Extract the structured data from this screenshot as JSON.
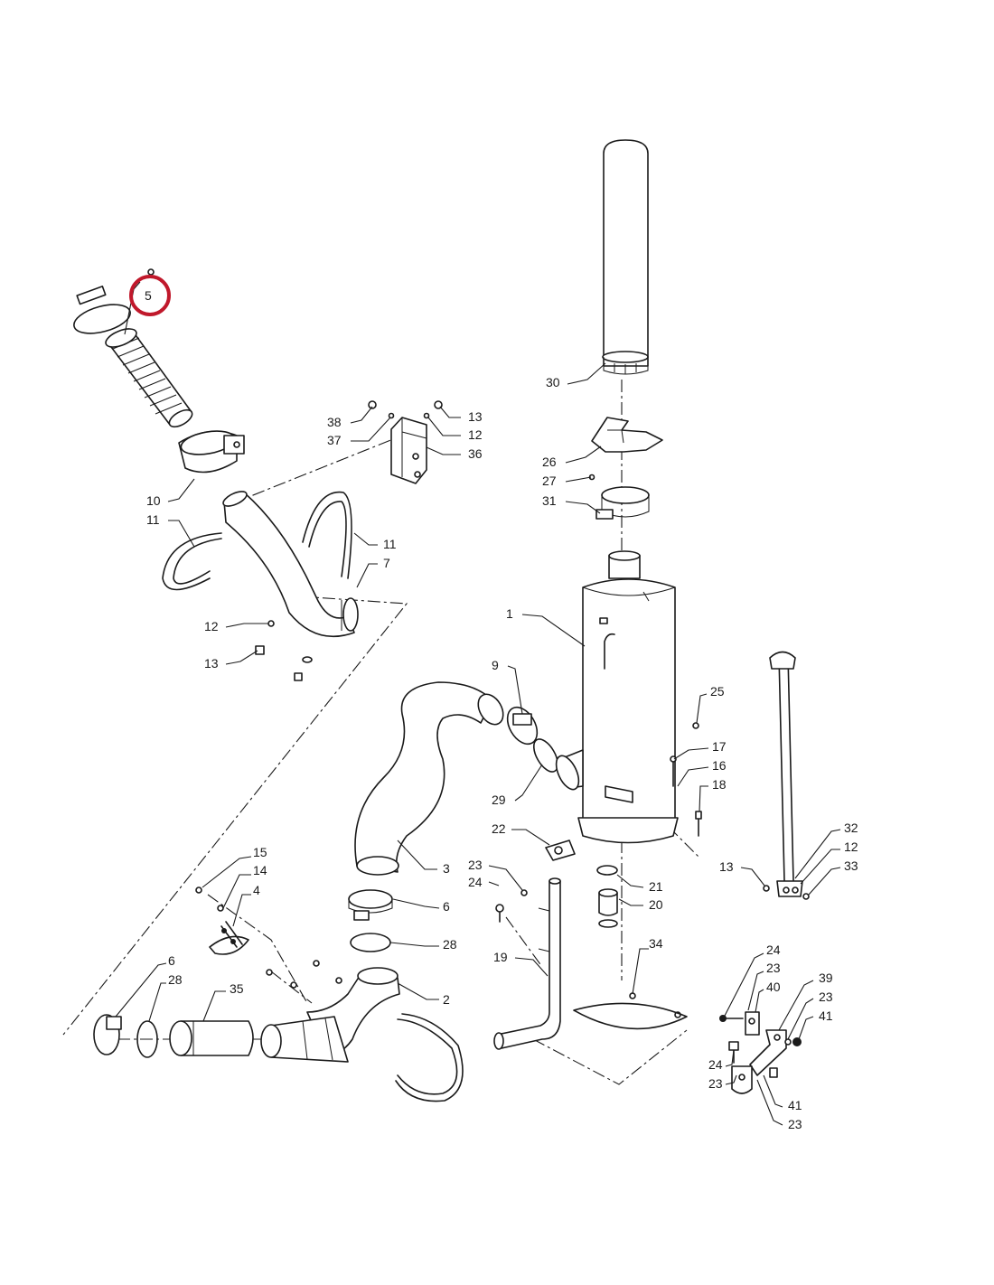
{
  "diagram": {
    "highlight": {
      "label": "5",
      "color": "#c0182b"
    },
    "callouts": [
      "30",
      "26",
      "27",
      "31",
      "1",
      "25",
      "17",
      "16",
      "18",
      "38",
      "37",
      "13",
      "12",
      "36",
      "10",
      "11",
      "11",
      "7",
      "12",
      "13",
      "9",
      "29",
      "3",
      "22",
      "23",
      "24",
      "21",
      "20",
      "19",
      "34",
      "15",
      "14",
      "4",
      "6",
      "28",
      "2",
      "6",
      "28",
      "35",
      "32",
      "12",
      "33",
      "13",
      "24",
      "23",
      "40",
      "39",
      "23",
      "41",
      "24",
      "23",
      "41",
      "23"
    ]
  }
}
